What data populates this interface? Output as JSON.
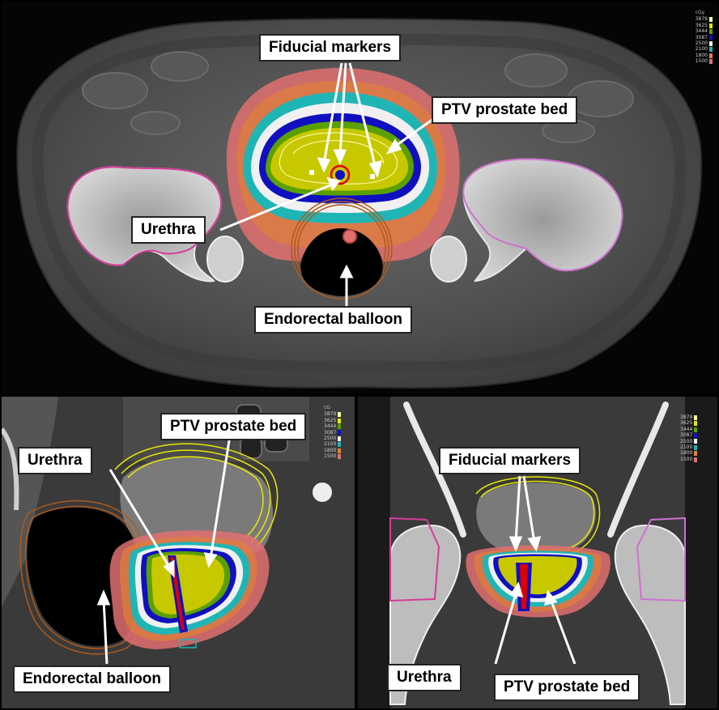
{
  "colors": {
    "d3879": "#f7f7a0",
    "d3625": "#e8e800",
    "d3444": "#5aa000",
    "d3087": "#1010c0",
    "d2500": "#f0f0f0",
    "d2100": "#1fb5b5",
    "d1800": "#e0803a",
    "d1500": "#e07070"
  },
  "axial": {
    "legend_unit": "cGy",
    "legend": [
      {
        "label": "3879",
        "color": "#f7f7a0"
      },
      {
        "label": "3625",
        "color": "#e8e800"
      },
      {
        "label": "3444",
        "color": "#5aa000"
      },
      {
        "label": "3087",
        "color": "#1010c0"
      },
      {
        "label": "2500",
        "color": "#f0f0f0"
      },
      {
        "label": "2100",
        "color": "#1fb5b5"
      },
      {
        "label": "1800",
        "color": "#e0803a"
      },
      {
        "label": "1500",
        "color": "#e07070"
      }
    ],
    "labels": {
      "fiducial": "Fiducial markers",
      "ptv": "PTV prostate bed",
      "urethra": "Urethra",
      "balloon": "Endorectal balloon"
    }
  },
  "sagittal": {
    "legend_unit": "cG",
    "legend": [
      {
        "label": "3879",
        "color": "#f7f7a0"
      },
      {
        "label": "3625",
        "color": "#e8e800"
      },
      {
        "label": "3444",
        "color": "#5aa000"
      },
      {
        "label": "3087",
        "color": "#1010c0"
      },
      {
        "label": "2500",
        "color": "#f0f0f0"
      },
      {
        "label": "2100",
        "color": "#1fb5b5"
      },
      {
        "label": "1800",
        "color": "#e0803a"
      },
      {
        "label": "1500",
        "color": "#e07070"
      }
    ],
    "labels": {
      "ptv": "PTV prostate bed",
      "urethra": "Urethra",
      "balloon": "Endorectal balloon"
    }
  },
  "coronal": {
    "legend_unit": "",
    "legend": [
      {
        "label": "3879",
        "color": "#f7f7a0"
      },
      {
        "label": "3625",
        "color": "#e8e800"
      },
      {
        "label": "3444",
        "color": "#5aa000"
      },
      {
        "label": "3087",
        "color": "#1010c0"
      },
      {
        "label": "2500",
        "color": "#f0f0f0"
      },
      {
        "label": "2100",
        "color": "#1fb5b5"
      },
      {
        "label": "1800",
        "color": "#e0803a"
      },
      {
        "label": "1500",
        "color": "#e07070"
      }
    ],
    "labels": {
      "fiducial": "Fiducial markers",
      "urethra": "Urethra",
      "ptv": "PTV prostate bed"
    }
  }
}
